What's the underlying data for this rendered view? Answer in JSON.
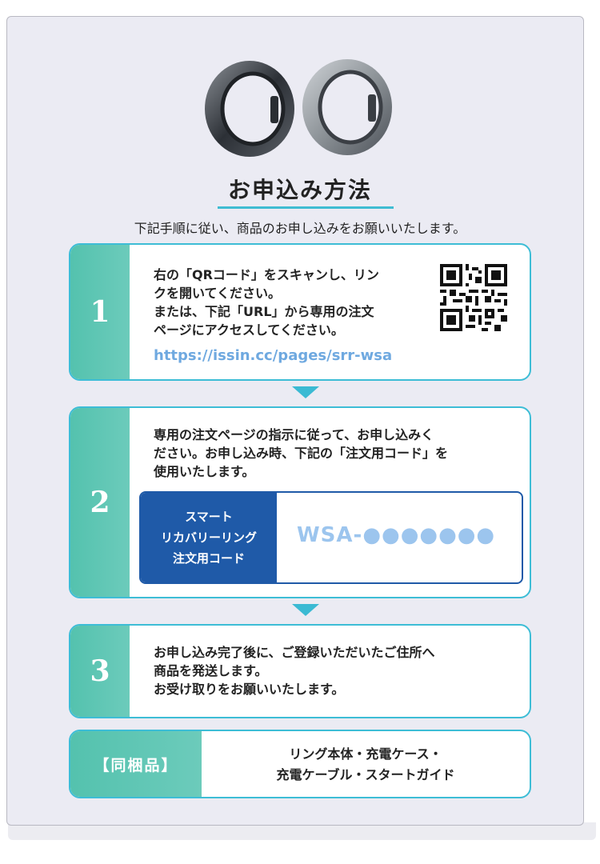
{
  "title": "お申込み方法",
  "subtitle": "下記手順に従い、商品のお申し込みをお願いいたします。",
  "steps": [
    {
      "number": "1",
      "lines": [
        "右の「QRコード」をスキャンし、リン",
        "クを開いてください。",
        "または、下記「URL」から専用の注文",
        "ページにアクセスしてください。"
      ],
      "url": "https://issin.cc/pages/srr-wsa"
    },
    {
      "number": "2",
      "lines": [
        "専用の注文ページの指示に従って、お申し込みく",
        "ださい。お申し込み時、下記の「注文用コード」を",
        "使用いたします。"
      ],
      "code_label": [
        "スマート",
        "リカバリーリング",
        "注文用コード"
      ],
      "code_value": "WSA-●●●●●●●"
    },
    {
      "number": "3",
      "lines": [
        "お申し込み完了後に、ご登録いただいたご住所へ",
        "商品を発送します。",
        "お受け取りをお願いいたします。"
      ]
    }
  ],
  "contents": {
    "label": "【同梱品】",
    "lines": [
      "リング本体・充電ケース・",
      "充電ケーブル・スタートガイド"
    ]
  },
  "colors": {
    "accent_teal": "#54c2ae",
    "border_cyan": "#3dbdd6",
    "code_blue": "#1f5aa8",
    "url_blue": "#6fa9e0"
  }
}
